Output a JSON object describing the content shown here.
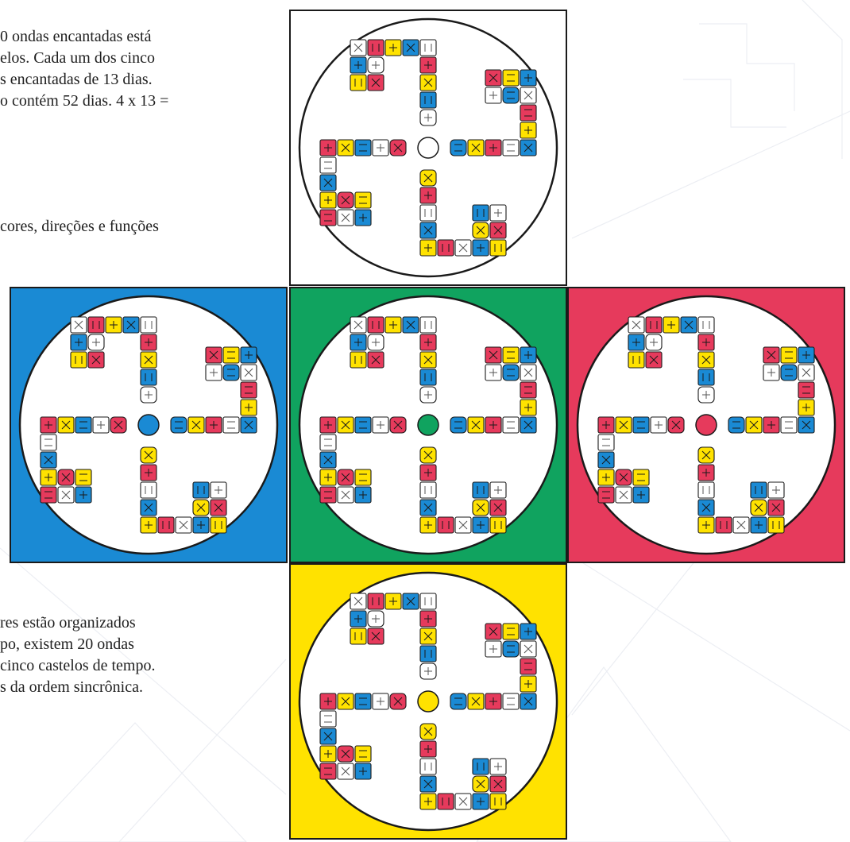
{
  "text_top": [
    "0 ondas encantadas está",
    "elos. Cada um dos cinco",
    "s encantadas de 13 dias.",
    "o contém 52 dias. 4 x 13 ="
  ],
  "text_mid": [
    " cores, direções e funções"
  ],
  "text_bottom": [
    "res estão organizados",
    "po, existem 20 ondas",
    "cinco castelos de tempo.",
    "s da ordem sincrônica."
  ],
  "colors": {
    "red": "#e63a5c",
    "white": "#ffffff",
    "blue": "#1a8ad4",
    "yellow": "#ffe200",
    "green": "#10a35f",
    "outline": "#1a1a1a"
  },
  "castles": [
    {
      "name": "white",
      "background": "#ffffff",
      "center": "#ffffff"
    },
    {
      "name": "blue",
      "background": "#1a8ad4",
      "center": "#1a8ad4"
    },
    {
      "name": "green",
      "background": "#10a35f",
      "center": "#10a35f"
    },
    {
      "name": "red",
      "background": "#e63a5c",
      "center": "#e63a5c"
    },
    {
      "name": "yellow",
      "background": "#ffe200",
      "center": "#ffe200"
    }
  ],
  "icons": [
    "glyph-tile-icon"
  ]
}
